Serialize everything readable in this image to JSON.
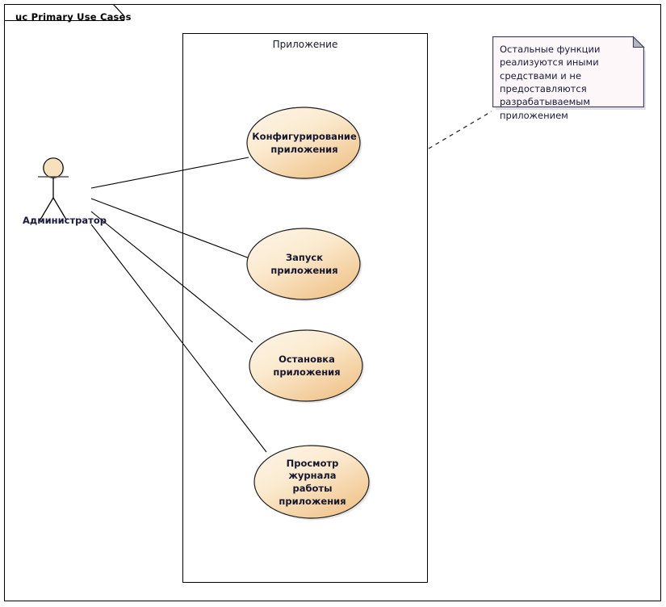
{
  "frame": {
    "tab_label": "uc Primary Use Cases",
    "border_color": "#000000",
    "background": "#ffffff"
  },
  "system_boundary": {
    "title": "Приложение",
    "border_color": "#000000"
  },
  "actor": {
    "name": "Администратор",
    "head_fill": "#f7e0bd",
    "stroke": "#000000"
  },
  "use_cases": [
    {
      "id": "configure",
      "label": "Конфигурирование\nприложения",
      "line1": "Конфигурирование",
      "line2": "приложения",
      "fill_light": "#fdf3e3",
      "fill_dark": "#f2c893"
    },
    {
      "id": "start",
      "label": "Запуск приложения",
      "line1": "Запуск приложения",
      "line2": "",
      "fill_light": "#fdf3e3",
      "fill_dark": "#f2c893"
    },
    {
      "id": "stop",
      "label": "Остановка\nприложения",
      "line1": "Остановка",
      "line2": "приложения",
      "fill_light": "#fdf3e3",
      "fill_dark": "#f2c893"
    },
    {
      "id": "view-log",
      "label": "Просмотр журнала\nработы приложения",
      "line1": "Просмотр журнала",
      "line2": "работы приложения",
      "fill_light": "#fdf3e3",
      "fill_dark": "#f2c893"
    }
  ],
  "note": {
    "text": "Остальные функции реализуются иными средствами и не предоставляются разрабатываемым приложением",
    "fill": "#fdf7fa",
    "border_color": "#3d3d5c",
    "fold_fill": "#b8b8c4"
  },
  "associations": [
    {
      "from": "actor",
      "to": "configure"
    },
    {
      "from": "actor",
      "to": "start"
    },
    {
      "from": "actor",
      "to": "stop"
    },
    {
      "from": "actor",
      "to": "view-log"
    }
  ],
  "note_link": {
    "from": "system-boundary",
    "to": "note",
    "style": "dashed"
  }
}
